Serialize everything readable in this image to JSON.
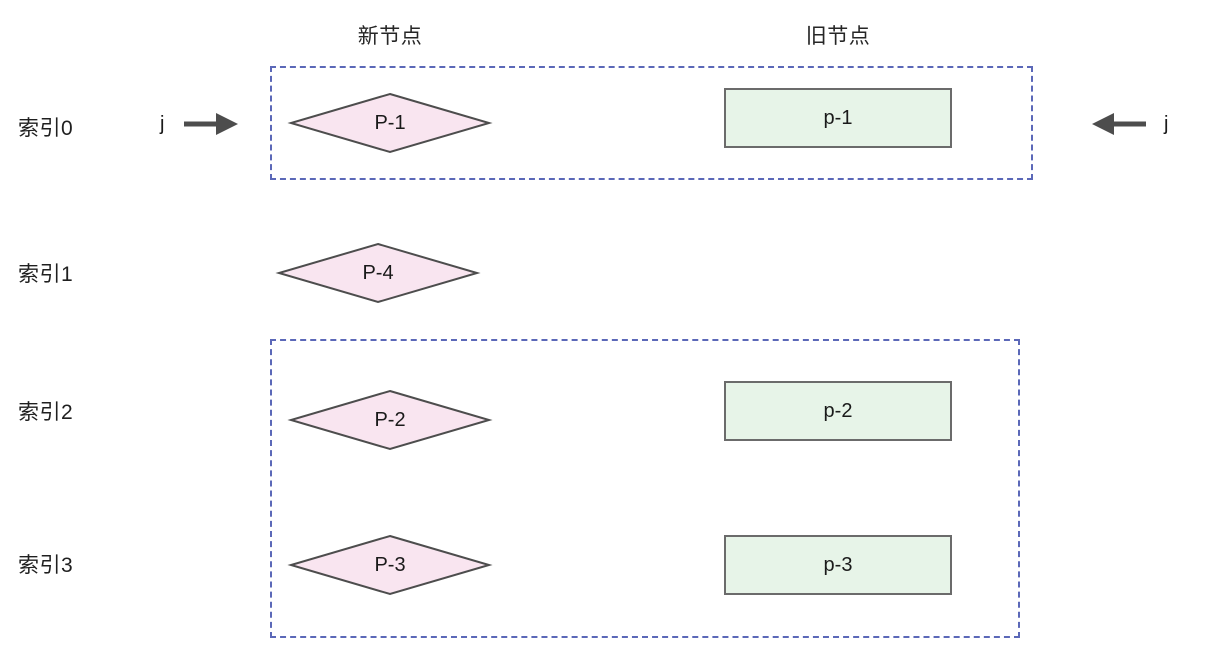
{
  "diagram": {
    "title_new_column": "新节点",
    "title_old_column": "旧节点",
    "colors": {
      "diamond_fill": "#f9e5f0",
      "diamond_stroke": "#4d4d4d",
      "oldbox_fill": "#e7f4e8",
      "oldbox_stroke": "#6b6b6b",
      "dashed_group_stroke": "#5b68b8",
      "arrow_color": "#4d4d4d",
      "text_color": "#1a1a1a",
      "background": "#ffffff"
    },
    "rows": [
      {
        "index_label": "索引0",
        "new_node": "P-1",
        "old_node": "p-1"
      },
      {
        "index_label": "索引1",
        "new_node": "P-4",
        "old_node": ""
      },
      {
        "index_label": "索引2",
        "new_node": "P-2",
        "old_node": "p-2"
      },
      {
        "index_label": "索引3",
        "new_node": "P-3",
        "old_node": "p-3"
      }
    ],
    "pointers": {
      "left": {
        "label": "j",
        "direction": "right"
      },
      "right": {
        "label": "j",
        "direction": "left"
      }
    },
    "groups": [
      {
        "name": "group-top",
        "rows": [
          "索引0"
        ]
      },
      {
        "name": "group-bottom",
        "rows": [
          "索引2",
          "索引3"
        ]
      }
    ]
  }
}
